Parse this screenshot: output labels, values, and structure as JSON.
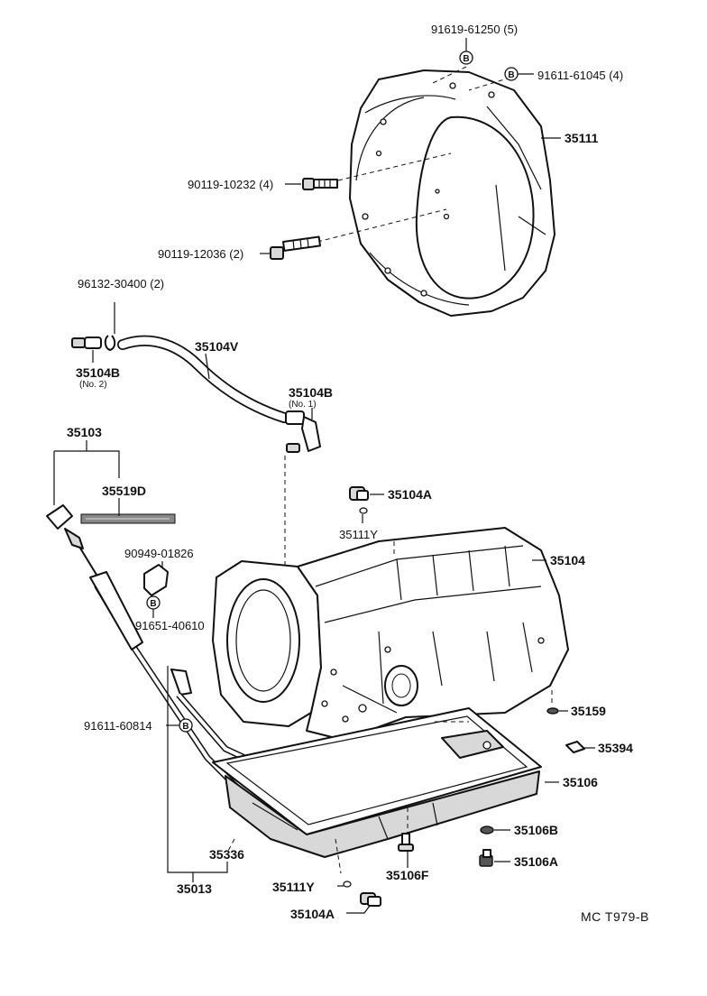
{
  "parts": {
    "p1": "91619-61250 (5)",
    "p2": "91611-61045 (4)",
    "p3": "35111",
    "p4": "90119-10232 (4)",
    "p5": "90119-12036 (2)",
    "p6": "96132-30400 (2)",
    "p7": "35104V",
    "p8": "35104B",
    "p8_sub": "(No. 2)",
    "p9": "35104B",
    "p9_sub": "(No. 1)",
    "p10": "35103",
    "p11": "35519D",
    "p12": "90949-01826",
    "p13": "91651-40610",
    "p14": "35104A",
    "p15": "35111Y",
    "p16": "35104",
    "p17": "91611-60814",
    "p18": "35159",
    "p19": "35394",
    "p20": "35106",
    "p21": "35106B",
    "p22": "35106A",
    "p23": "35336",
    "p24": "35013",
    "p25": "35106F",
    "p26": "35111Y",
    "p27": "35104A"
  },
  "marker_letter": "B",
  "drawing_code": "MC  T979-B"
}
